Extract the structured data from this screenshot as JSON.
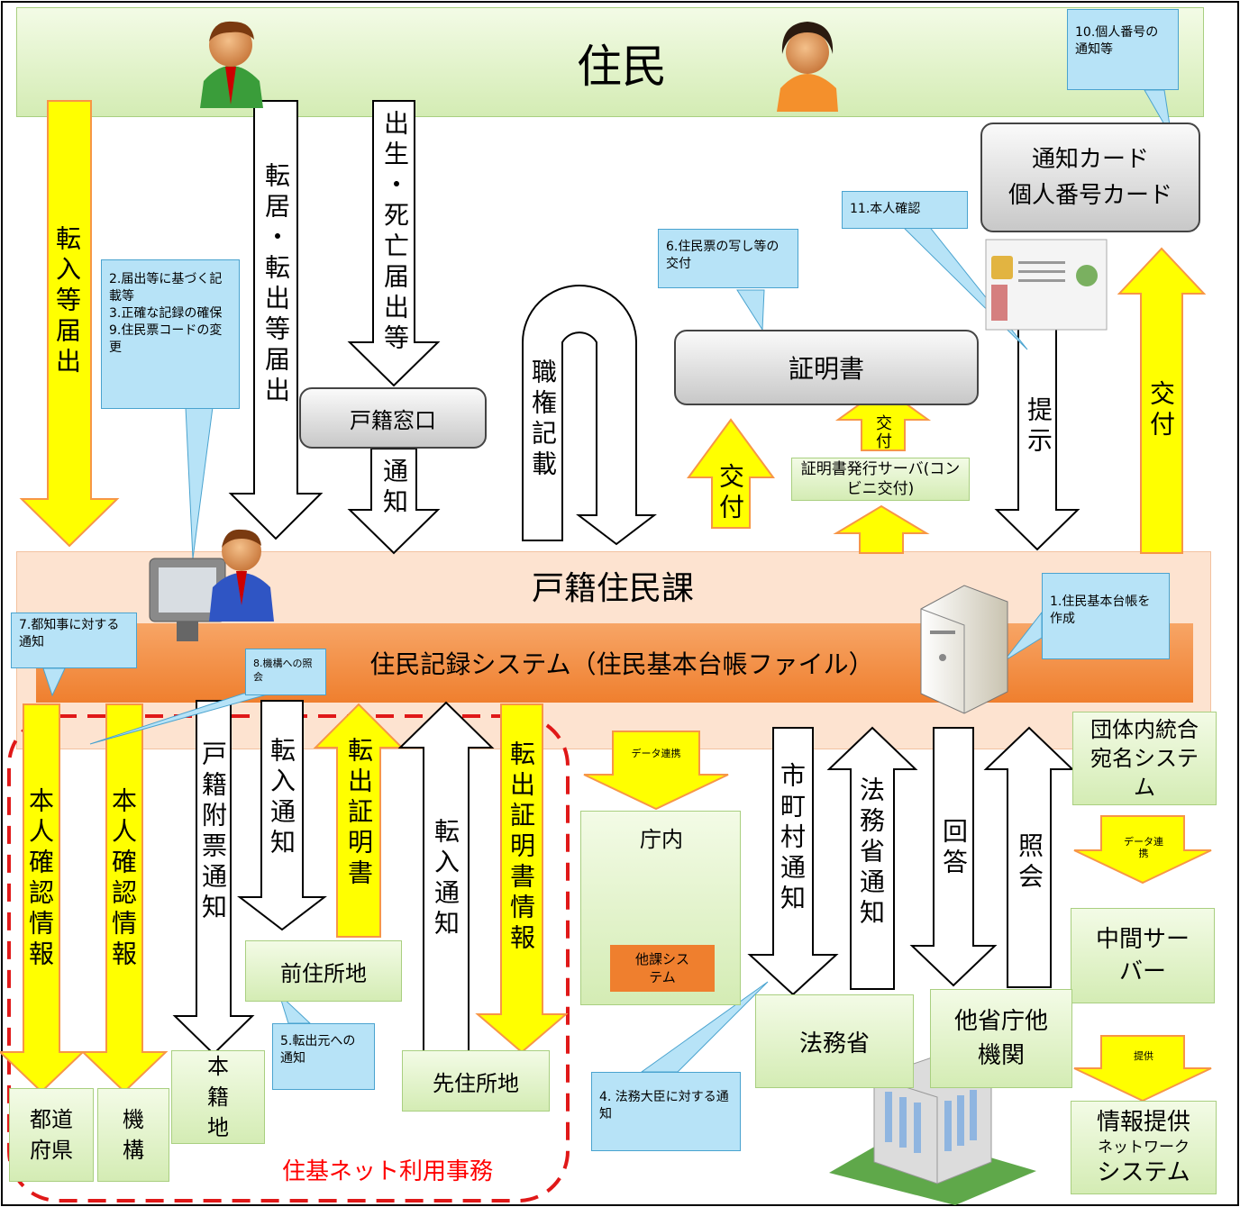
{
  "top_banner": {
    "title": "住民"
  },
  "notification_card": {
    "line1": "通知カード",
    "line2": "個人番号カード"
  },
  "certificate": {
    "label": "証明書"
  },
  "koseki_window": {
    "label": "戸籍窓口"
  },
  "conbini_server": {
    "label": "証明書発行サーバ(コンビニ交付)"
  },
  "main_dept": {
    "title": "戸籍住民課",
    "system": "住民記録システム（住民基本台帳ファイル）"
  },
  "boxes": {
    "dantai": "団体内統合宛名システム",
    "chunai": "庁内",
    "takasystem": "他課システム",
    "chukan": "中間サーバー",
    "homusho": "法務省",
    "tasho": "他省庁他機関",
    "johoteikyo_1": "情報提供",
    "johoteikyo_2": "ネットワーク",
    "johoteikyo_3": "システム",
    "zenjusho": "前住所地",
    "sakijusho": "先住所地",
    "honseki": "本籍地",
    "todofuken": "都道府県",
    "kiko": "機構"
  },
  "arrows": {
    "tennyu_todoke": "転入等届出",
    "tenkyo_todoke": "転居・転出等届出",
    "shusshou_todoke": "出生・死亡届出等",
    "tsuchi_1": "通知",
    "shokken": "職権記載",
    "kofu_cert": "交付",
    "kofu_small": "交付",
    "teiji": "提示",
    "kofu_card": "交付",
    "honnin_1": "本人確認情報",
    "honnin_2": "本人確認情報",
    "koseki_fuhyo": "戸籍附票通知",
    "tennyu_tsuchi_1": "転入通知",
    "tenshutsu_shomei": "転出証明書",
    "tennyu_tsuchi_2": "転入通知",
    "tenshutsu_info": "転出証明書情報",
    "shichoson": "市町村通知",
    "homusho_tsuchi": "法務省通知",
    "kaito": "回答",
    "shokai": "照会",
    "data_renkei_1": "データ連携",
    "data_renkei_2": "データ連携",
    "teikyo": "提供"
  },
  "callouts": {
    "c10": "10.個人番号の通知等",
    "c11": "11.本人確認",
    "c6": "6.住民票の写し等の交付",
    "c2": "2.届出等に基づく記載等\n3.正確な記録の確保\n9.住民票コードの変更",
    "c1": "1.住民基本台帳を作成",
    "c7": "7.都知事に対する通知",
    "c8": "8.機構への照会",
    "c5": "5.転出元への通知",
    "c4": "4. 法務大臣に対する通知"
  },
  "dashed_label": "住基ネット利用事務",
  "colors": {
    "yellow": "#ffff00",
    "orange": "#f79646",
    "red": "#ff0000",
    "callout": "#b7e3f7"
  }
}
